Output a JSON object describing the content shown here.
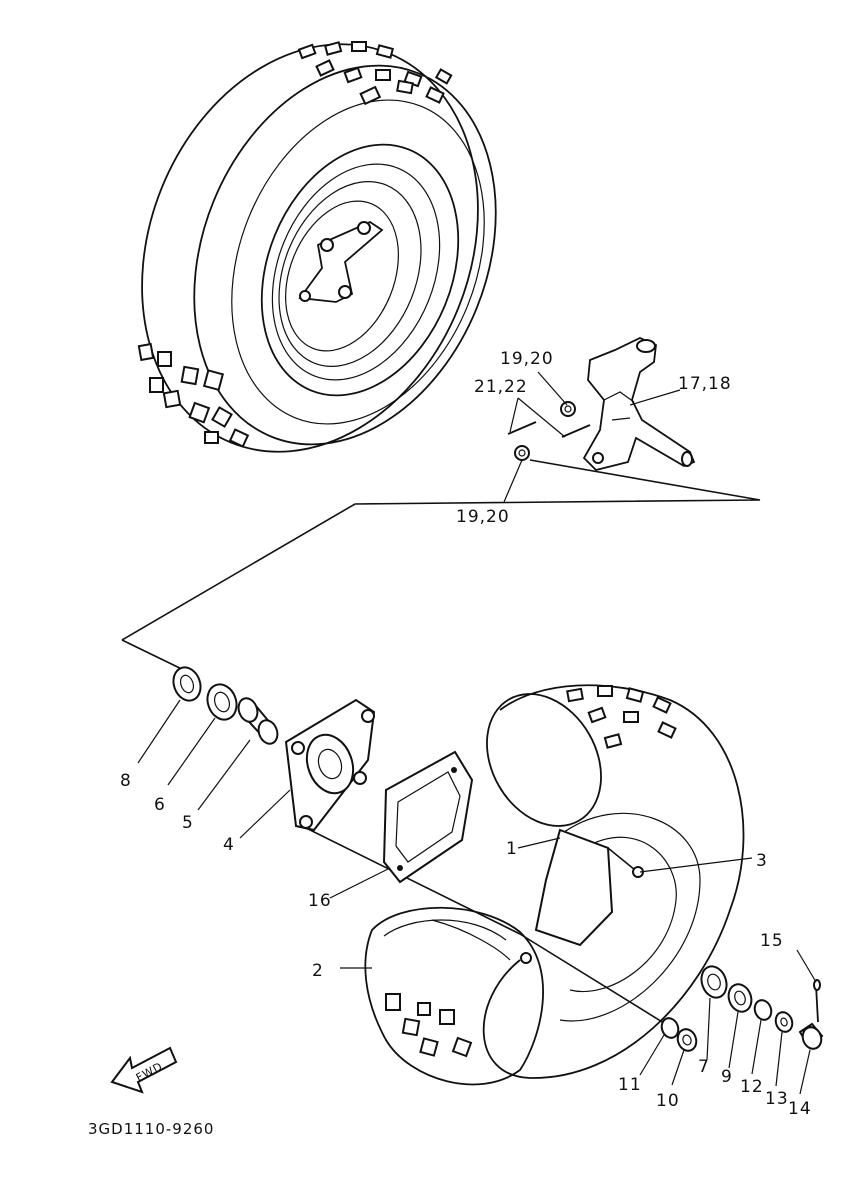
{
  "diagram_code": "3GD1110-9260",
  "fwd_label": "FWD",
  "callouts": {
    "c1": "1",
    "c2": "2",
    "c3": "3",
    "c4": "4",
    "c5": "5",
    "c6": "6",
    "c7": "7",
    "c8": "8",
    "c9": "9",
    "c10": "10",
    "c11": "11",
    "c12": "12",
    "c13": "13",
    "c14": "14",
    "c15": "15",
    "c16": "16",
    "c17_18": "17,18",
    "c19_20_top": "19,20",
    "c19_20_bottom": "19,20",
    "c21_22": "21,22"
  }
}
